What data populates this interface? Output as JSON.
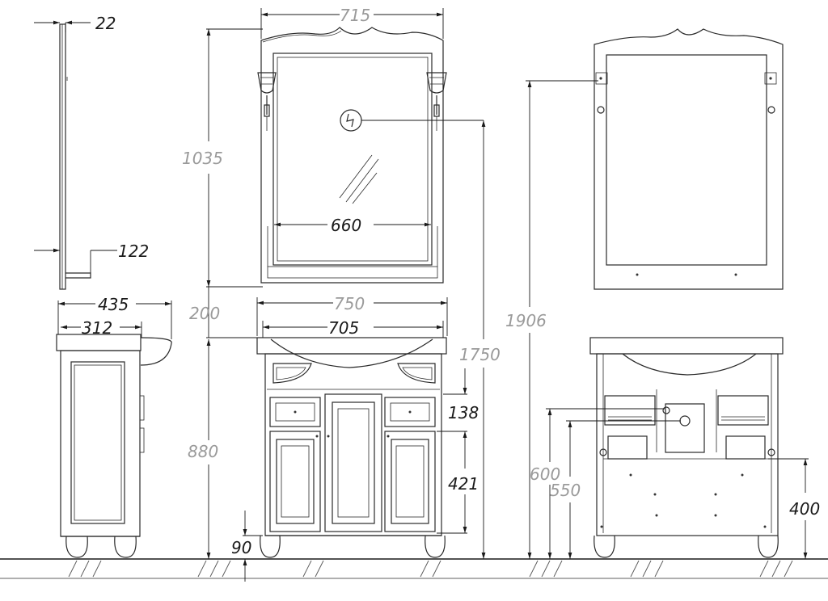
{
  "dimensions": {
    "mirror_depth_top": "22",
    "mirror_shelf_depth": "122",
    "mirror_width": "715",
    "mirror_height": "1035",
    "mirror_shelf_width": "660",
    "gap_above_vanity": "200",
    "total_height": "1906",
    "socket_height": "1750",
    "vanity_depth": "435",
    "vanity_body_depth": "312",
    "vanity_width": "750",
    "basin_width": "705",
    "vanity_height": "880",
    "drawer_height": "138",
    "door_height": "421",
    "leg_height": "90",
    "pipe_height_600": "600",
    "pipe_height_550": "550",
    "drain_height": "400"
  }
}
